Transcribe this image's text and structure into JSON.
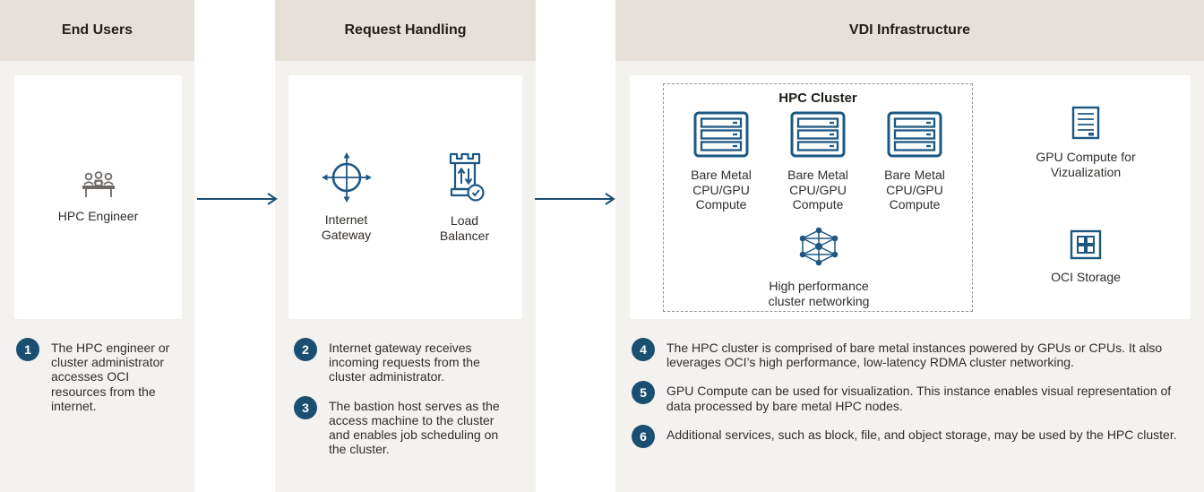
{
  "colors": {
    "header_bg": "#e5e1d8",
    "column_bg": "#f4f2ef",
    "card_bg": "#ffffff",
    "icon_blue": "#1d5884",
    "icon_gray": "#6d6a66",
    "badge_bg": "#1b4f72",
    "arrow": "#1b4f72",
    "text": "#312d2a"
  },
  "columns": [
    {
      "title": "End Users",
      "card_icons": [
        {
          "icon": "hpc-engineer-icon",
          "label": "HPC Engineer"
        }
      ],
      "steps": [
        {
          "num": "1",
          "text": "The HPC engineer or cluster administrator accesses OCI resources from the internet."
        }
      ]
    },
    {
      "title": "Request Handling",
      "card_icons": [
        {
          "icon": "internet-gateway-icon",
          "label": "Internet Gateway"
        },
        {
          "icon": "load-balancer-icon",
          "label": "Load Balancer"
        }
      ],
      "steps": [
        {
          "num": "2",
          "text": "Internet gateway receives incoming requests from the cluster administrator."
        },
        {
          "num": "3",
          "text": "The bastion host serves as the access machine to the cluster and enables job scheduling on the cluster."
        }
      ]
    },
    {
      "title": "VDI Infrastructure",
      "cluster": {
        "title": "HPC Cluster",
        "servers": [
          "Bare Metal CPU/GPU Compute",
          "Bare Metal CPU/GPU Compute",
          "Bare Metal CPU/GPU Compute"
        ],
        "network_label": "High performance cluster networking"
      },
      "services": [
        {
          "icon": "gpu-compute-icon",
          "label": "GPU Compute for Vizualization"
        },
        {
          "icon": "oci-storage-icon",
          "label": "OCI Storage"
        }
      ],
      "steps": [
        {
          "num": "4",
          "text": "The HPC cluster is comprised of bare metal instances powered by GPUs or CPUs. It also leverages OCI’s high performance, low-latency RDMA cluster networking."
        },
        {
          "num": "5",
          "text": "GPU Compute can be used for visualization. This instance enables visual representation of data processed by bare metal HPC nodes."
        },
        {
          "num": "6",
          "text": "Additional services, such as block, file, and object storage, may be used by the HPC cluster."
        }
      ]
    }
  ]
}
